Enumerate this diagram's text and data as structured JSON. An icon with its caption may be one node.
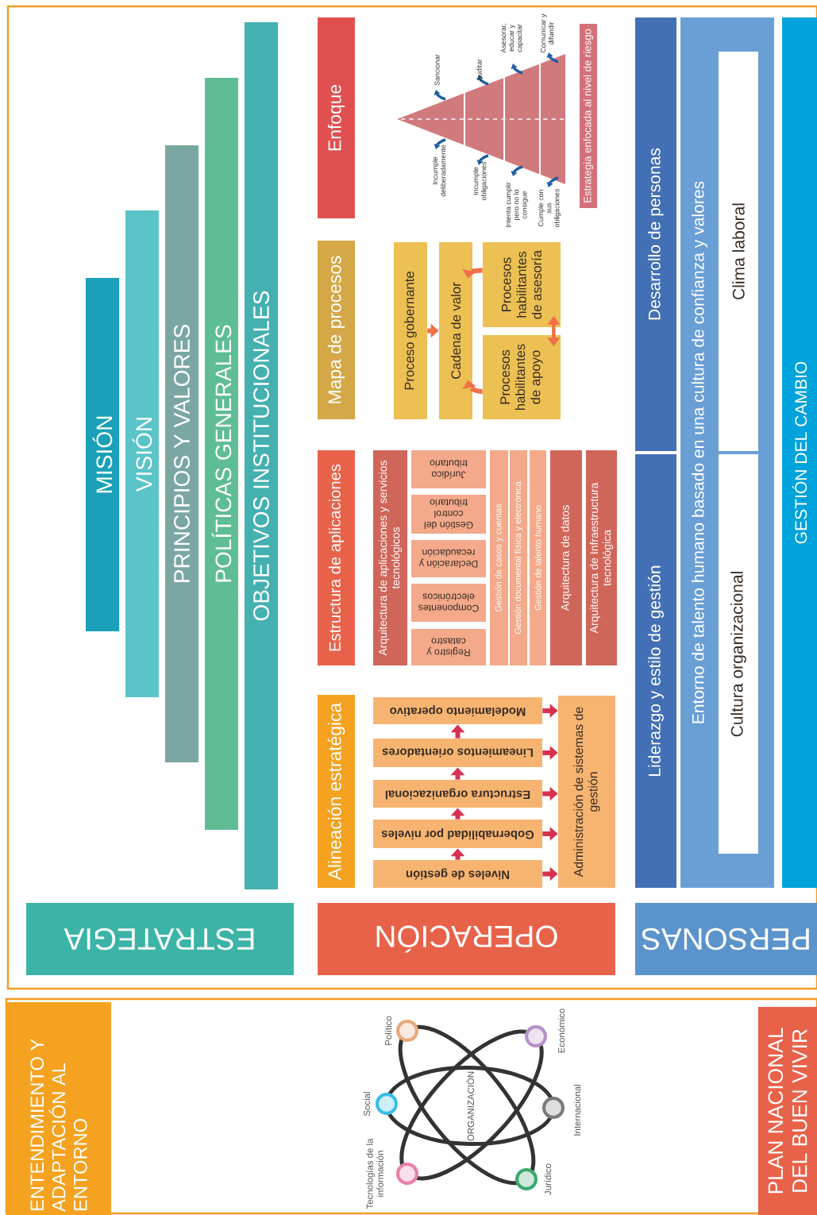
{
  "diagram": {
    "nodes": [
      {
        "text": [
          "MISIÓN"
        ]
      },
      {
        "text": [
          "VISIÓN"
        ]
      },
      {
        "text": [
          "PRINCIPIOS Y VALORES"
        ]
      },
      {
        "text": [
          "POLÍTICAS GENERALES"
        ]
      },
      {
        "text": [
          "OBJETIVOS INSTITUCIONALES"
        ]
      },
      {
        "text": [
          "ESTRATEGIA"
        ]
      },
      {
        "text": [
          "Enfoque"
        ]
      },
      {
        "text": [
          "Mapa de procesos"
        ]
      },
      {
        "text": [
          "Estructura de aplicaciones"
        ]
      },
      {
        "text": [
          "Alineación estratégica"
        ]
      },
      {
        "text": [
          "OPERACIÓN"
        ]
      },
      {
        "text": [
          "Modelamiento operativo"
        ]
      },
      {
        "text": [
          "Lineamientos orientadores"
        ]
      },
      {
        "text": [
          "Estructura organizacional"
        ]
      },
      {
        "text": [
          "Gobernabilidad por niveles"
        ]
      },
      {
        "text": [
          "Niveles de gestión"
        ]
      },
      {
        "text": [
          "Administración de sistemas de gestión"
        ]
      },
      {
        "text": [
          "Arquitectura de aplicaciones y servicios tecnológicos"
        ]
      },
      {
        "text": [
          "Jurídico tributario"
        ]
      },
      {
        "text": [
          "Gestión del control tributario"
        ]
      },
      {
        "text": [
          "Declaración y recaudación"
        ]
      },
      {
        "text": [
          "Componentes electrónicos"
        ]
      },
      {
        "text": [
          "Registro y catastro"
        ]
      },
      {
        "text": [
          "Gestión de casos y cuentas"
        ]
      },
      {
        "text": [
          "Gestión documental física y electrónica"
        ]
      },
      {
        "text": [
          "Gestión de talento humano"
        ]
      },
      {
        "text": [
          "Arquitectura de datos"
        ]
      },
      {
        "text": [
          "Arquitectura de Infraestructura tecnológica"
        ]
      },
      {
        "text": [
          "Proceso gobernante"
        ]
      },
      {
        "text": [
          "Cadena de valor"
        ]
      },
      {
        "text": [
          "Procesos habilitantes de asesoría"
        ]
      },
      {
        "text": [
          "Procesos habilitantes de apoyo"
        ]
      },
      {
        "text": [
          "Estrategia enfocada al nivel de riesgo"
        ]
      },
      {
        "text": [
          "Desarrollo de personas"
        ]
      },
      {
        "text": [
          "Liderazgo y estilo de gestión"
        ]
      },
      {
        "text": [
          "Entorno de talento humano basado en una cultura de confianza y valores"
        ]
      },
      {
        "text": [
          "Clima laboral"
        ],
        "in": 35
      },
      {
        "text": [
          "Cultura organizacional"
        ],
        "in": 35
      },
      {
        "text": [
          "GESTIÓN DEL CAMBIO"
        ]
      },
      {
        "text": [
          "PERSONAS"
        ]
      },
      {
        "text": [
          "ENTENDIMIENTO Y ADAPTACIÓN AL ENTORNO"
        ]
      },
      {
        "text": [
          "PLAN NACIONAL DEL BUEN VIVIR"
        ]
      }
    ],
    "edges": [
      {
        "from": 15,
        "to": 14,
        "arrow": "to"
      },
      {
        "from": 14,
        "to": 13,
        "arrow": "to"
      },
      {
        "from": 13,
        "to": 12,
        "arrow": "to"
      },
      {
        "from": 12,
        "to": 11,
        "arrow": "to"
      },
      {
        "from": 11,
        "to": 16,
        "arrow": "to"
      },
      {
        "from": 12,
        "to": 16,
        "arrow": "to"
      },
      {
        "from": 13,
        "to": 16,
        "arrow": "to"
      },
      {
        "from": 14,
        "to": 16,
        "arrow": "to"
      },
      {
        "from": 15,
        "to": 16,
        "arrow": "to"
      },
      {
        "from": 28,
        "to": 29,
        "arrow": "to",
        "color": "#f07048"
      },
      {
        "from": 30,
        "to": 29,
        "arrow": "to",
        "color": "#f07048"
      },
      {
        "from": 31,
        "to": 29,
        "arrow": "to",
        "color": "#f07048"
      },
      {
        "from": 30,
        "to": 31,
        "arrow": "both",
        "color": "#f07048"
      }
    ],
    "labels": [
      "Sancionar",
      "Auditar",
      "Asesorar, educar y capacitar",
      "Comunicar y difundir",
      "Incumple deliberadamente",
      "Incumple obligaciones",
      "Intenta cumplir pero no lo consigue",
      "Cumple con sus obligaciones",
      "ORGANIZACIÓN",
      "Político",
      "Social",
      "Tecnologías de la información",
      "Económico",
      "Internacional",
      "Jurídico"
    ]
  }
}
